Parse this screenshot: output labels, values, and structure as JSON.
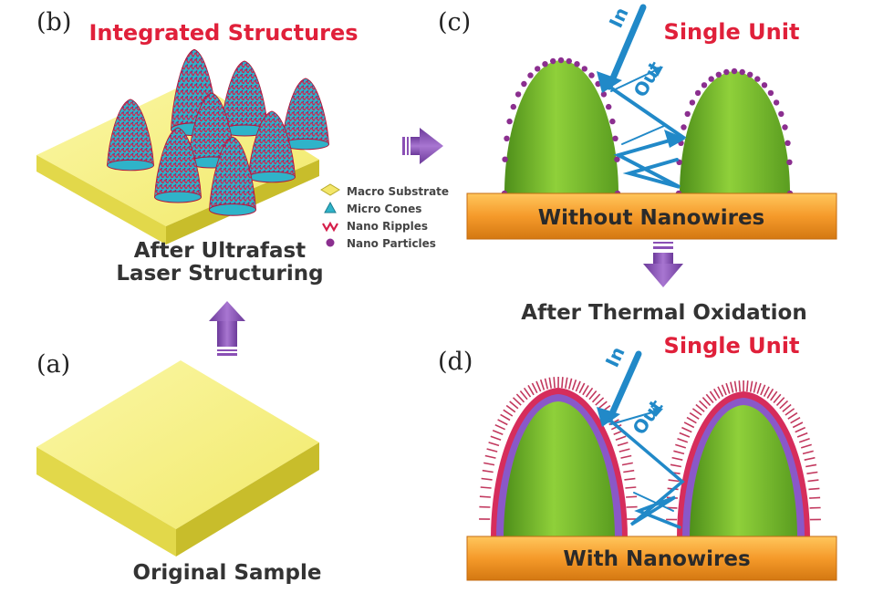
{
  "panels": {
    "a": {
      "label": "(a)",
      "caption": "Original Sample"
    },
    "b": {
      "label": "(b)",
      "title": "Integrated Structures",
      "caption_line1": "After Ultrafast",
      "caption_line2": "Laser Structuring"
    },
    "c": {
      "label": "(c)",
      "title": "Single Unit",
      "base_label": "Without Nanowires",
      "ray_in": "In",
      "ray_out": "Out"
    },
    "d": {
      "label": "(d)",
      "title": "Single Unit",
      "base_label": "With Nanowires",
      "ray_in": "In",
      "ray_out": "Out"
    }
  },
  "transition_label": "After Thermal Oxidation",
  "legend": [
    {
      "label": "Macro Substrate",
      "icon": "yellow-square-icon"
    },
    {
      "label": "Micro Cones",
      "icon": "cyan-cone-icon"
    },
    {
      "label": "Nano Ripples",
      "icon": "red-wave-icon"
    },
    {
      "label": "Nano Particles",
      "icon": "purple-dot-icon"
    }
  ],
  "colors": {
    "substrate_top": "#f6f07a",
    "substrate_side": "#d9cf3a",
    "cone_green": "#7fc12f",
    "base_orange": "#f39a2a",
    "ray_blue": "#2189c8",
    "arrow_purple": "#8a4fb5",
    "title_red": "#e0203a",
    "nano_particle": "#8b2f8f"
  }
}
